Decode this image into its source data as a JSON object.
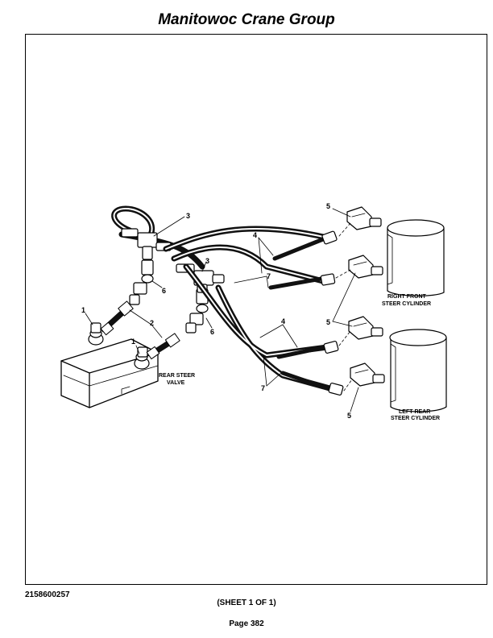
{
  "header": {
    "title": "Manitowoc Crane Group"
  },
  "diagram": {
    "labels": {
      "rear_steer_valve_1": "REAR STEER",
      "rear_steer_valve_2": "VALVE",
      "right_front_1": "RIGHT FRONT",
      "right_front_2": "STEER CYLINDER",
      "left_rear_1": "LEFT REAR",
      "left_rear_2": "STEER CYLINDER"
    },
    "callouts": {
      "c1a": "1",
      "c1b": "1",
      "c2": "2",
      "c3a": "3",
      "c3b": "3",
      "c4a": "4",
      "c4b": "4",
      "c5a": "5",
      "c5b": "5",
      "c5c": "5",
      "c6a": "6",
      "c6b": "6",
      "c7a": "7",
      "c7b": "7"
    }
  },
  "footer": {
    "doc_number": "2158600257",
    "sheet": "(SHEET 1 OF 1)",
    "page": "Page 382"
  }
}
